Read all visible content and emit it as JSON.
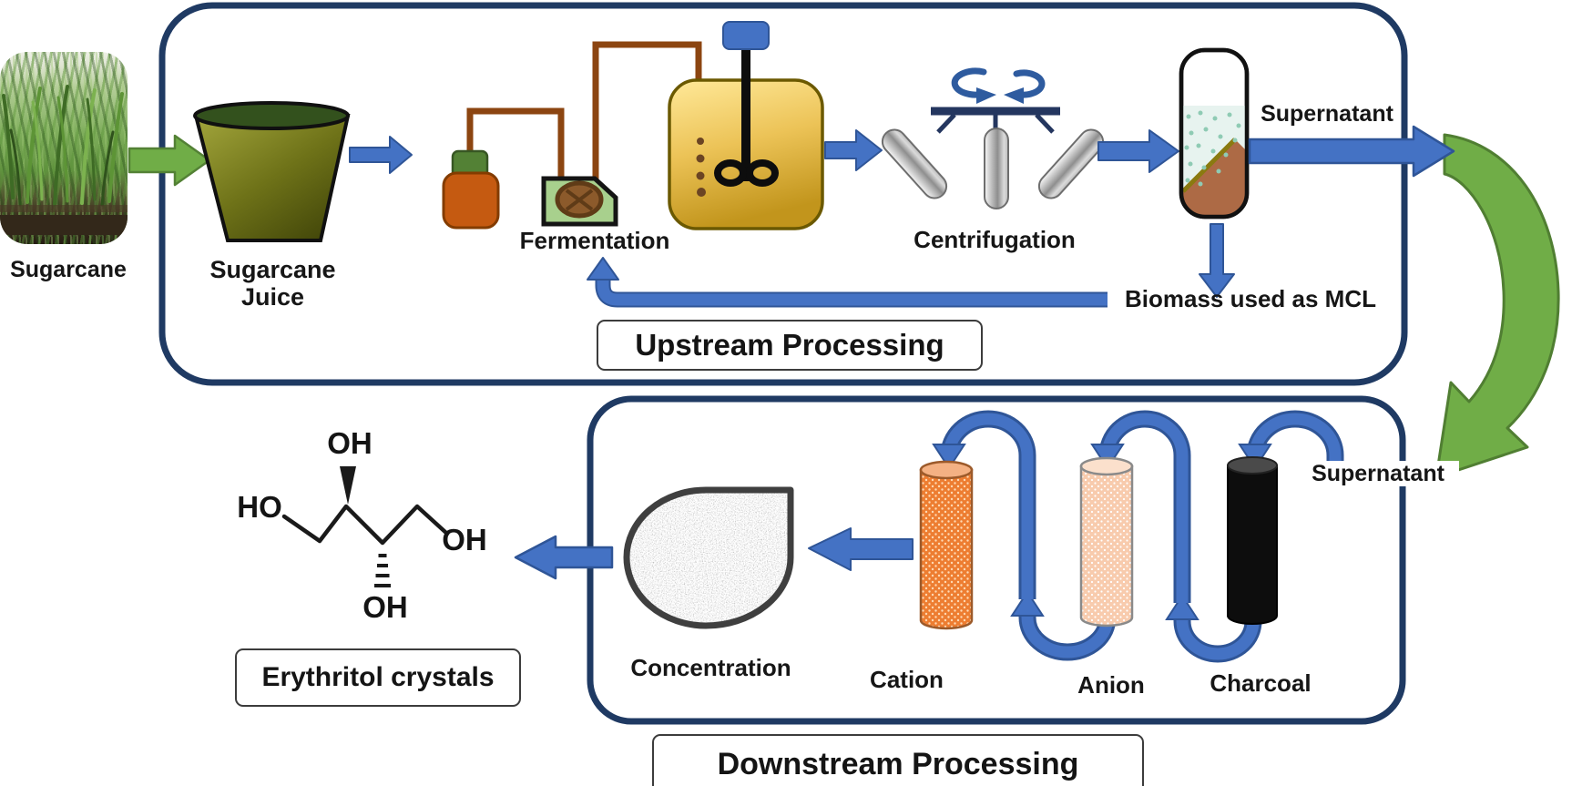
{
  "colors": {
    "outline_navy": "#1f3a63",
    "arrow_blue": "#4472c4",
    "arrow_blue_dark": "#2f5597",
    "arrow_green": "#70ad47",
    "arrow_green_dark": "#538135"
  },
  "upstream": {
    "box_label": "Upstream Processing",
    "sugarcane_label": "Sugarcane",
    "sugarcane_juice_label": "Sugarcane Juice",
    "fermentation_label": "Fermentation",
    "centrifugation_label": "Centrifugation",
    "supernatant_label": "Supernatant",
    "biomass_label": "Biomass used as MCL"
  },
  "downstream": {
    "box_label": "Downstream Processing",
    "supernatant_label": "Supernatant",
    "charcoal_label": "Charcoal",
    "anion_label": "Anion",
    "cation_label": "Cation",
    "concentration_label": "Concentration",
    "erythritol_label": "Erythritol crystals",
    "molecule": {
      "oh_top": "OH",
      "ho_left": "HO",
      "oh_right": "OH",
      "oh_bottom": "OH"
    }
  }
}
